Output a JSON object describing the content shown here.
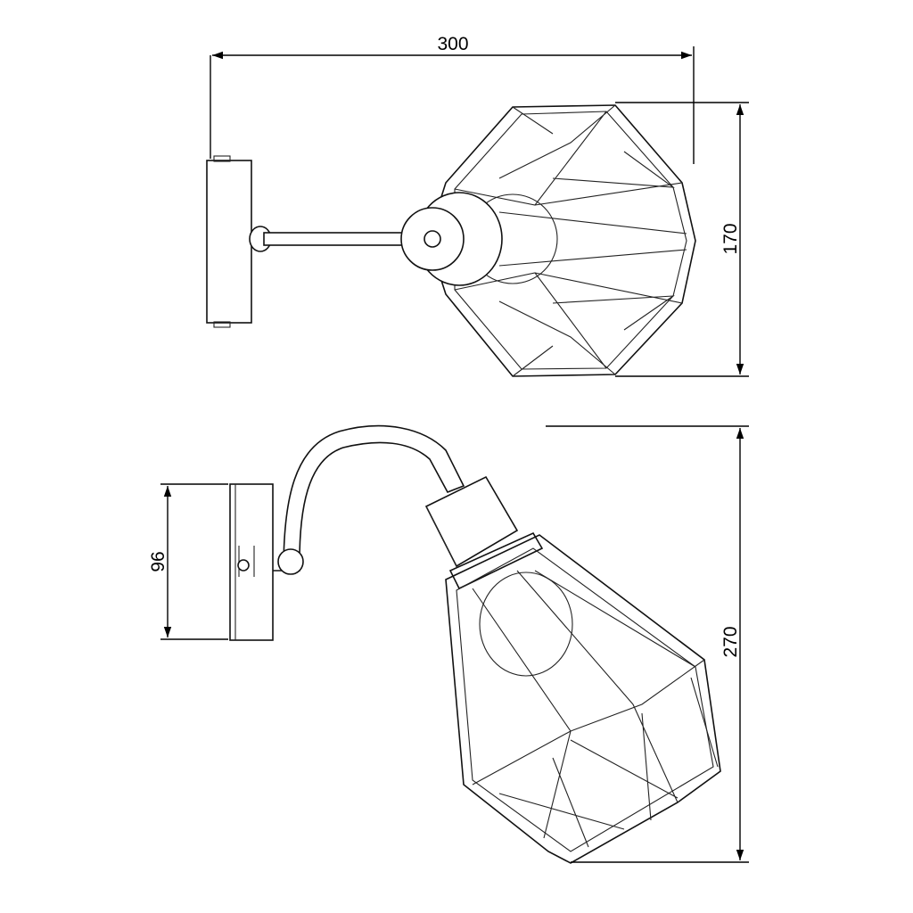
{
  "drawing": {
    "top_view": {
      "width_dimension": "300",
      "height_dimension": "170"
    },
    "side_view": {
      "plate_dimension": "96",
      "total_height_dimension": "270"
    }
  },
  "colors": {
    "line": "#111111",
    "background": "#ffffff"
  }
}
